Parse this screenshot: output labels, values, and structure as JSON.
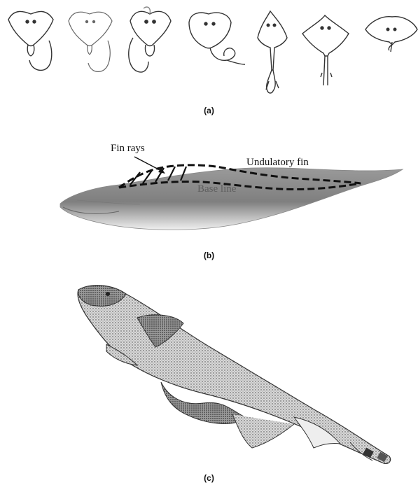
{
  "panel_a": {
    "caption": "(a)",
    "silhouettes": [
      "ray-1",
      "ray-2",
      "ray-3",
      "ray-4",
      "ray-5",
      "ray-6",
      "ray-7"
    ]
  },
  "panel_b": {
    "caption": "(b)",
    "labels": {
      "fin_rays": "Fin rays",
      "undulatory_fin": "Undulatory fin",
      "base_line": "Base line"
    }
  },
  "panel_c": {
    "caption": "(c)"
  },
  "colors": {
    "outline": "#333333",
    "fish_body": "#8a8a8a",
    "fish_belly": "#e6e6e6",
    "fin_dash": "#111111",
    "base_line_text": "#6e6e6e"
  }
}
